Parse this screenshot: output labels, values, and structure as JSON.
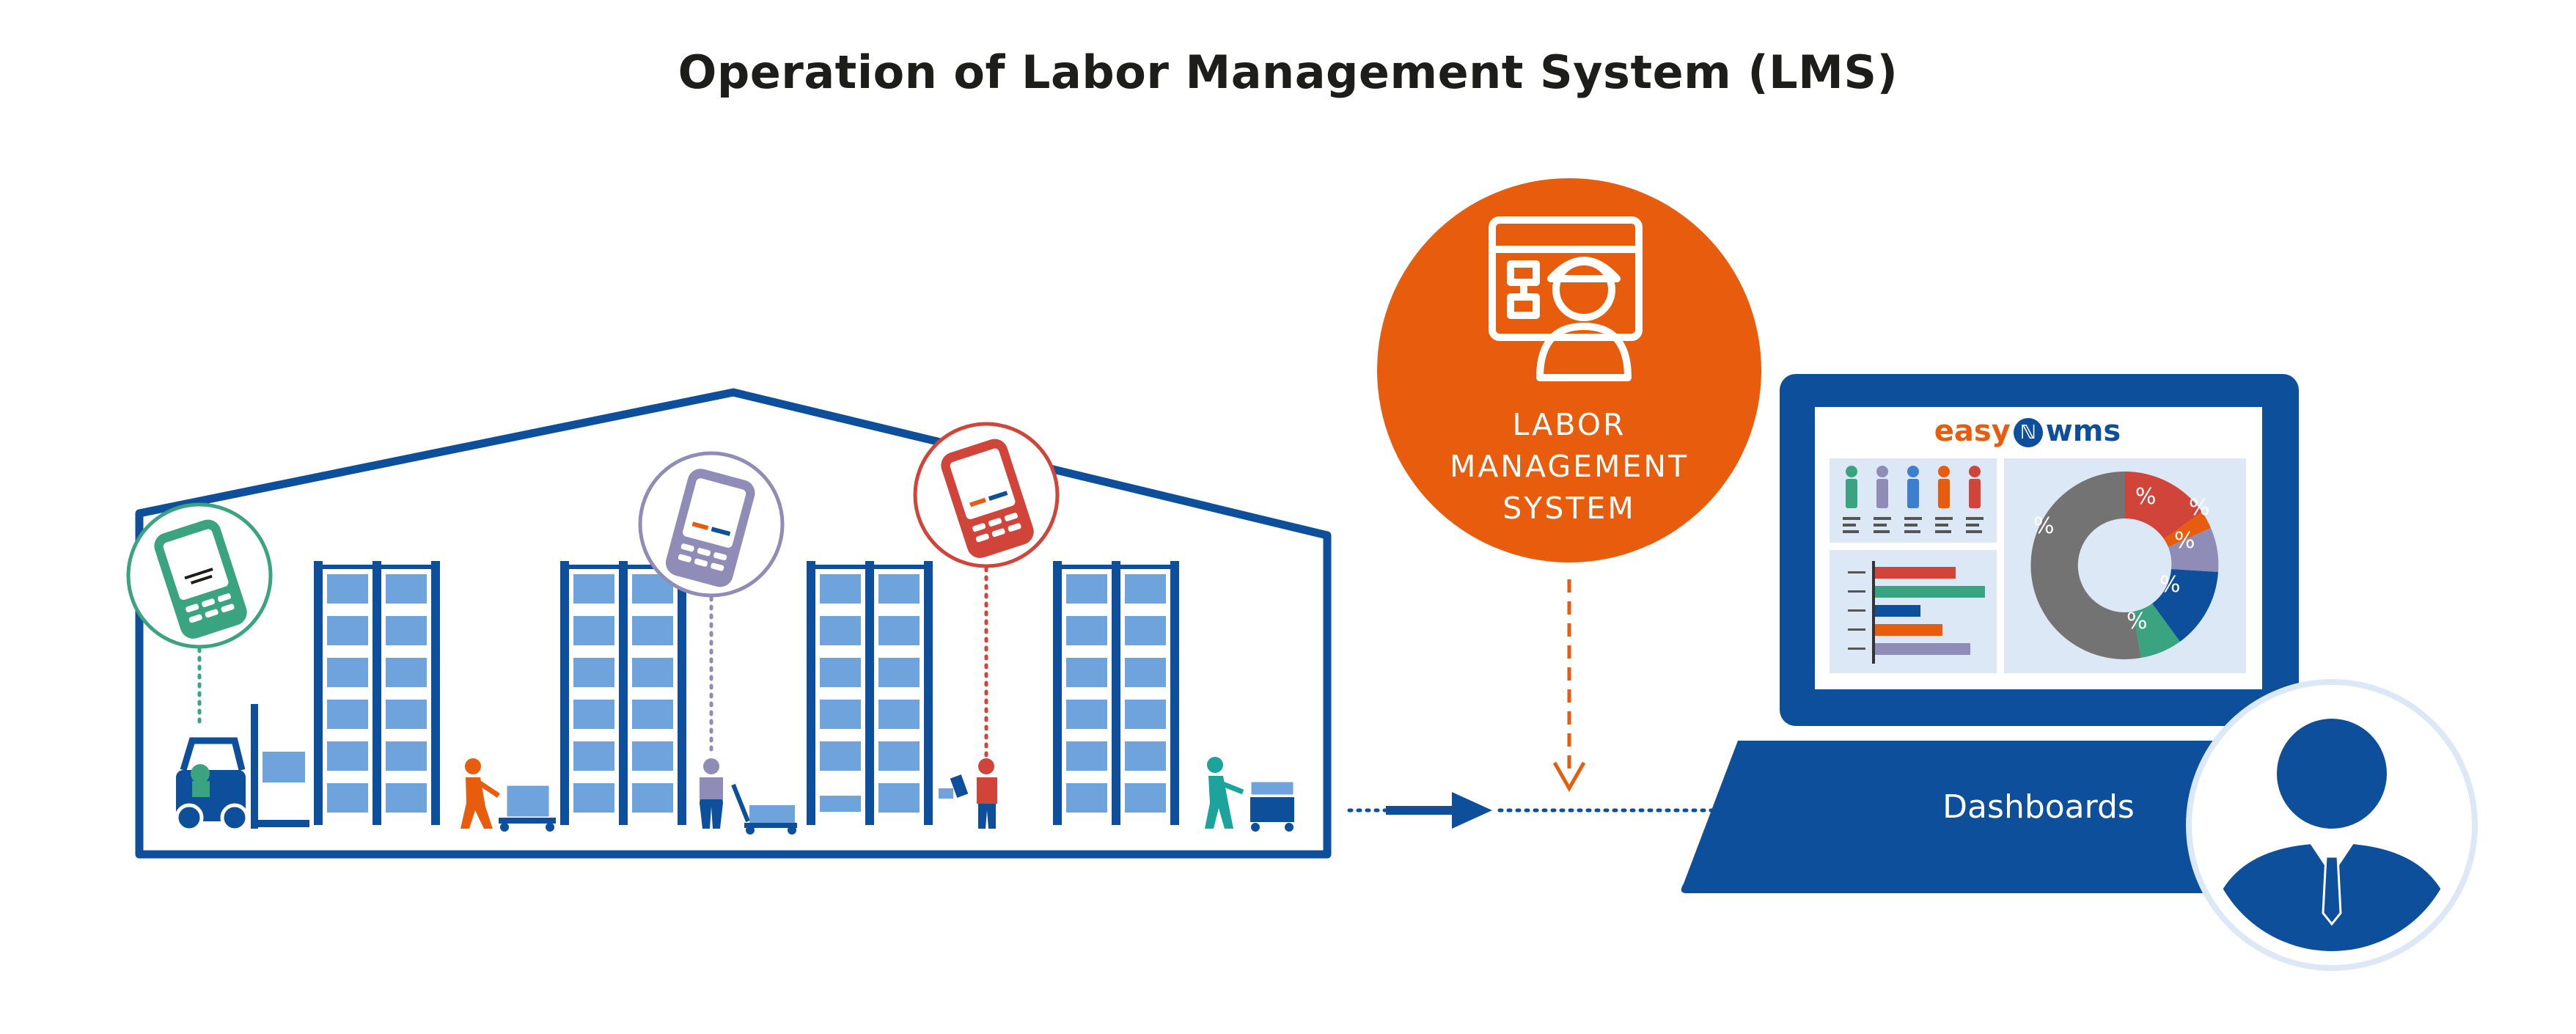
{
  "title": "Operation of Labor Management System (LMS)",
  "lms": {
    "line1": "LABOR",
    "line2": "MANAGEMENT",
    "line3": "SYSTEM"
  },
  "dashboard": {
    "label": "Dashboards",
    "brand_easy": "easy",
    "brand_wms": "wms",
    "pct_symbol": "%"
  },
  "colors": {
    "navy": "#0d4f9b",
    "rack_blue": "#6fa3db",
    "orange": "#e85c0d",
    "green": "#3aa37f",
    "lilac": "#8f8cb8",
    "red": "#d0443a",
    "teal": "#1ba39c",
    "screen_bg": "#dce8f5",
    "grey": "#737373"
  },
  "icons": [
    "handheld-scanner-icon",
    "forklift-icon",
    "worker-icon",
    "pallet-jack-icon",
    "cart-icon",
    "operator-icon",
    "user-avatar-icon",
    "pie-chart-icon",
    "bar-chart-icon"
  ]
}
